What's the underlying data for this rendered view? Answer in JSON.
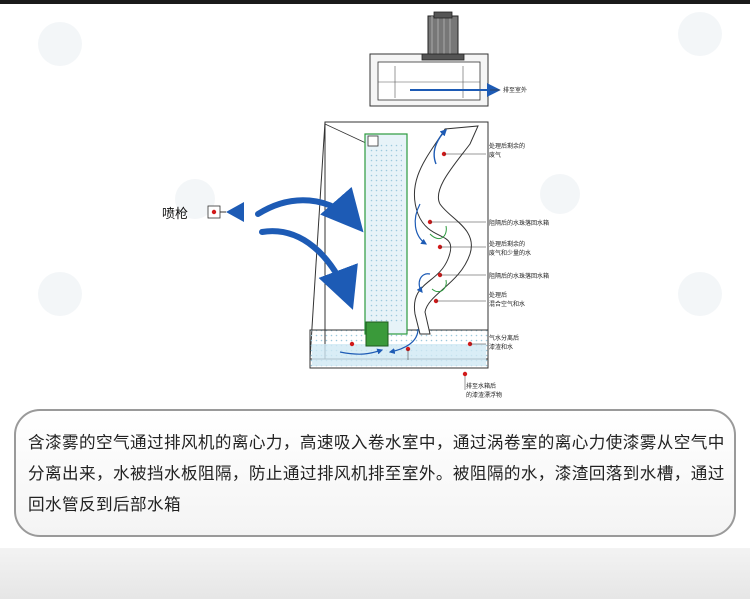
{
  "diagram": {
    "spray_gun_label": "喷枪",
    "labels": {
      "exhaust": "排至室外",
      "after_swirl_line1": "处理后剩余的",
      "after_swirl_line2": "废气",
      "baffle_water_box": "阻隔后的水珠落回水箱",
      "after_line1": "处理后剩余的",
      "after_line2": "废气和少量的水",
      "baffle_water_box2": "阻隔后的水珠落回水箱",
      "mix_line1": "处理后",
      "mix_line2": "混合空气和水",
      "separation_line1": "气水分离后",
      "separation_line2": "漆渣和水",
      "tank_line1": "排至水箱后",
      "tank_line2": "的漆渣漂浮物"
    }
  },
  "caption": {
    "text": "含漆雾的空气通过排风机的离心力，高速吸入卷水室中，通过涡卷室的离心力使漆雾从空气中分离出来，水被挡水板阻隔，防止通过排风机排至室外。被阻隔的水，漆渣回落到水槽，通过回水管反到后部水箱"
  },
  "colors": {
    "arrow_blue": "#1d5bb5",
    "water": "#cfe8f4",
    "motor_green": "#3a9a3a",
    "marker_red": "#d11a1a"
  }
}
